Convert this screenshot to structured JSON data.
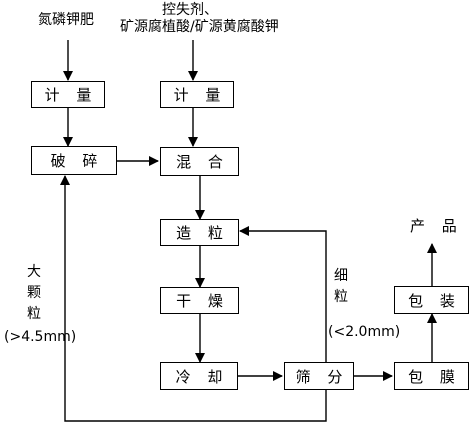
{
  "inputs": {
    "left_material": "氮磷钾肥",
    "right_material_line1": "控失剂、",
    "right_material_line2": "矿源腐植酸/矿源黄腐酸钾"
  },
  "nodes": {
    "meter_left": "计 量",
    "meter_right": "计 量",
    "crush": "破 碎",
    "mix": "混 合",
    "granulate": "造 粒",
    "dry": "干 燥",
    "cool": "冷 却",
    "screen": "筛 分",
    "coat": "包 膜",
    "pack": "包 装",
    "product": "产 品"
  },
  "edge_labels": {
    "large_particles_line1": "大",
    "large_particles_line2": "颗",
    "large_particles_line3": "粒",
    "large_particles_size": "(>4.5mm)",
    "fine_particles_line1": "细",
    "fine_particles_line2": "粒",
    "fine_particles_size": "(<2.0mm)"
  }
}
